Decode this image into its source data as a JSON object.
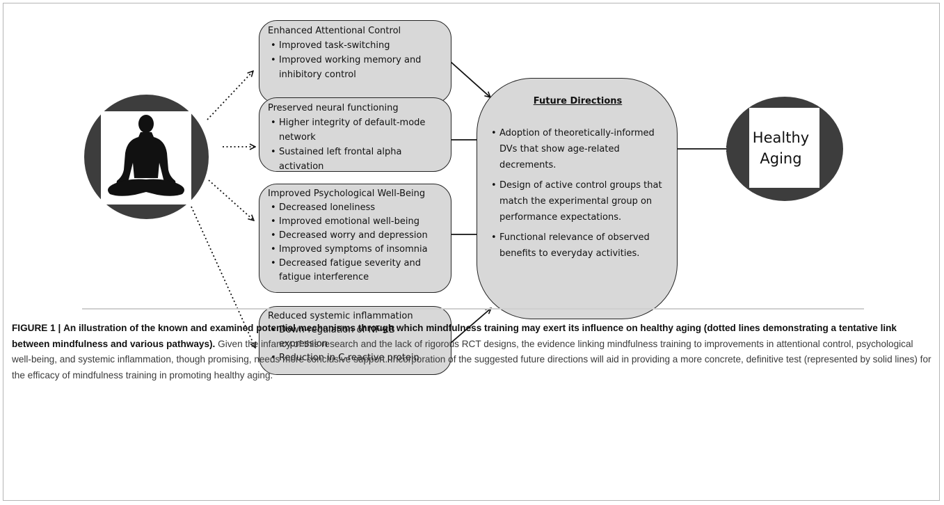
{
  "figure": {
    "mechanisms": [
      {
        "title": "Enhanced Attentional Control",
        "items": [
          "Improved task-switching",
          "Improved working memory and inhibitory control"
        ]
      },
      {
        "title": "Preserved neural functioning",
        "items": [
          "Higher integrity of default-mode network",
          "Sustained left frontal alpha activation"
        ]
      },
      {
        "title": "Improved Psychological Well-Being",
        "items": [
          "Decreased loneliness",
          "Improved emotional well-being",
          "Decreased worry and depression",
          "Improved symptoms of insomnia",
          "Decreased fatigue severity and fatigue interference"
        ]
      },
      {
        "title": "Reduced systemic inflammation",
        "items": [
          "Down-regulation of NF-κB expression",
          "Reduction in C-reactive protein"
        ]
      }
    ],
    "future_directions": {
      "title": "Future Directions",
      "items": [
        "Adoption of theoretically-informed DVs that show age-related decrements.",
        "Design of active control groups that match the experimental group on performance expectations.",
        "Functional relevance of observed benefits to everyday activities."
      ]
    },
    "outcome": "Healthy Aging",
    "colors": {
      "box_fill": "#d8d8d8",
      "oval_fill": "#3d3d3d",
      "silhouette": "#111111"
    },
    "icons": {
      "source": "meditation-silhouette-icon"
    }
  },
  "caption": {
    "label": "FIGURE 1 |",
    "bold_title": "An illustration of the known and examined potential mechanisms through which mindfulness training may exert its influence on healthy aging (dotted lines demonstrating a tentative link between mindfulness and various pathways).",
    "body": "Given the infancy of this research and the lack of rigorous RCT designs, the evidence linking mindfulness training to improvements in attentional control, psychological well-being, and systemic inflammation, though promising, needs more conclusive support. Incorporation of the suggested future directions will aid in providing a more concrete, definitive test (represented by solid lines) for the efficacy of mindfulness training in promoting healthy aging."
  }
}
